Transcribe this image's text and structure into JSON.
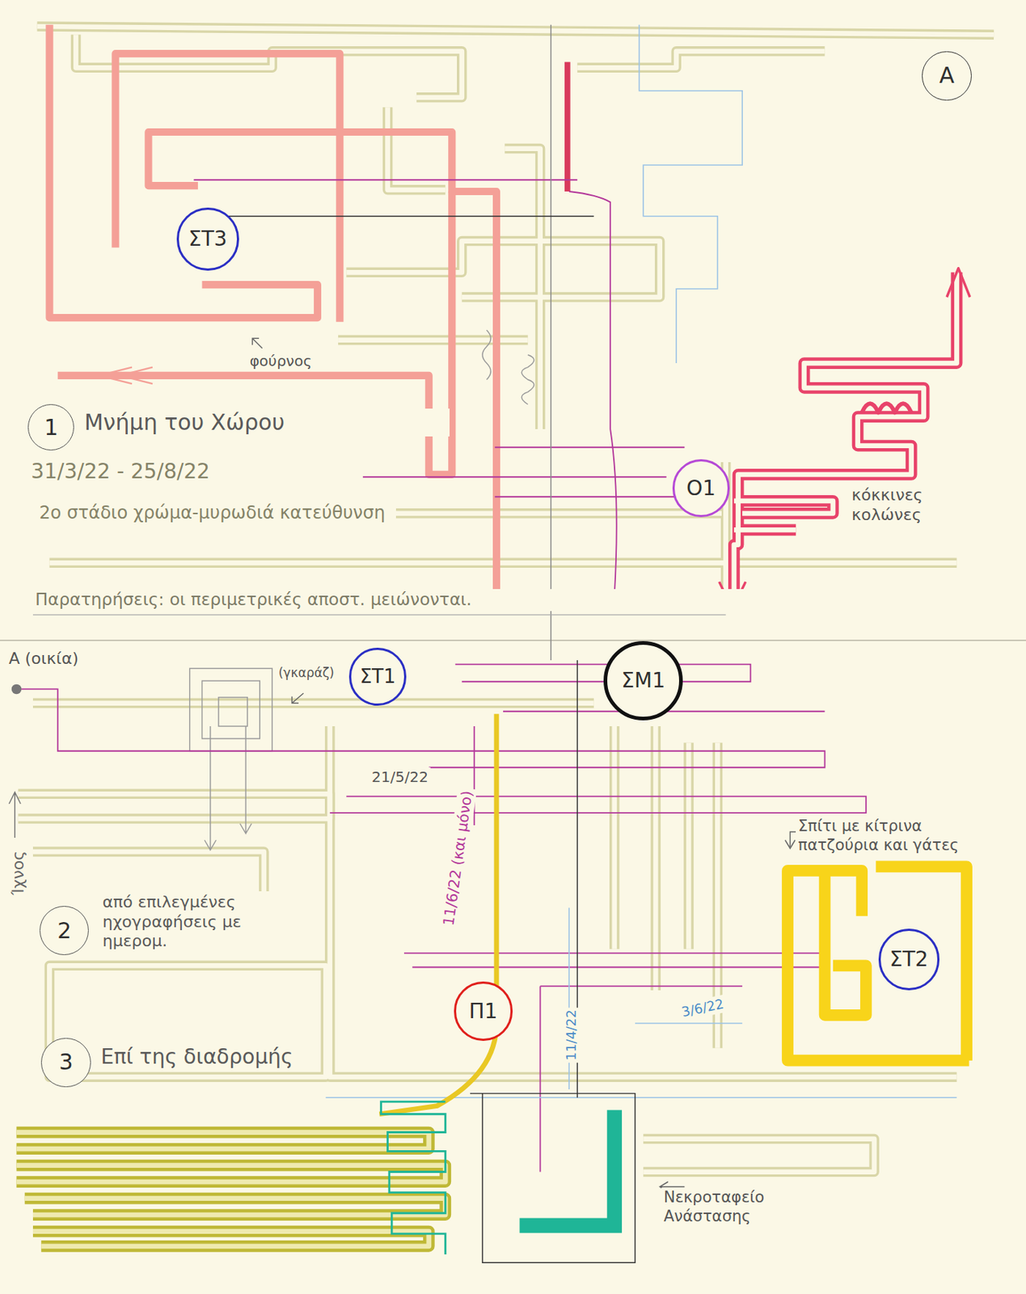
{
  "diagram": {
    "nodes": [
      {
        "text": [
          "A"
        ]
      },
      {
        "text": [
          "ΣΤ3"
        ]
      },
      {
        "text": [
          "1",
          "Μνήμη του Χώρου"
        ]
      },
      {
        "text": [
          "Ο1"
        ]
      },
      {
        "text": [
          "ΣΤ1"
        ]
      },
      {
        "text": [
          "ΣΜ1"
        ]
      },
      {
        "text": [
          "2",
          "από επιλεγμένες ηχογραφήσεις με ημερομ."
        ]
      },
      {
        "text": [
          "ΣΤ2"
        ]
      },
      {
        "text": [
          "Π1"
        ]
      },
      {
        "text": [
          "3",
          "Επί της διαδρομής"
        ]
      }
    ],
    "labels": [
      "φούρνος",
      "31/3/22 - 25/8/22",
      "2ο στάδιο χρώμα-μυρωδιά κατεύθυνση",
      "Παρατηρήσεις: οι περιμετρικές αποστ. μειώνονται.",
      "κόκκινες κολώνες",
      "A (οικία)",
      "(γκαράζ)",
      "21/5/22",
      "11/6/22 (και μόνο)",
      "Σπίτι με κίτρινα πατζούρια και γάτες",
      "11/4/22",
      "3/6/22",
      "Νεκροταφείο Ανάστασης",
      "Ίχνος"
    ]
  }
}
